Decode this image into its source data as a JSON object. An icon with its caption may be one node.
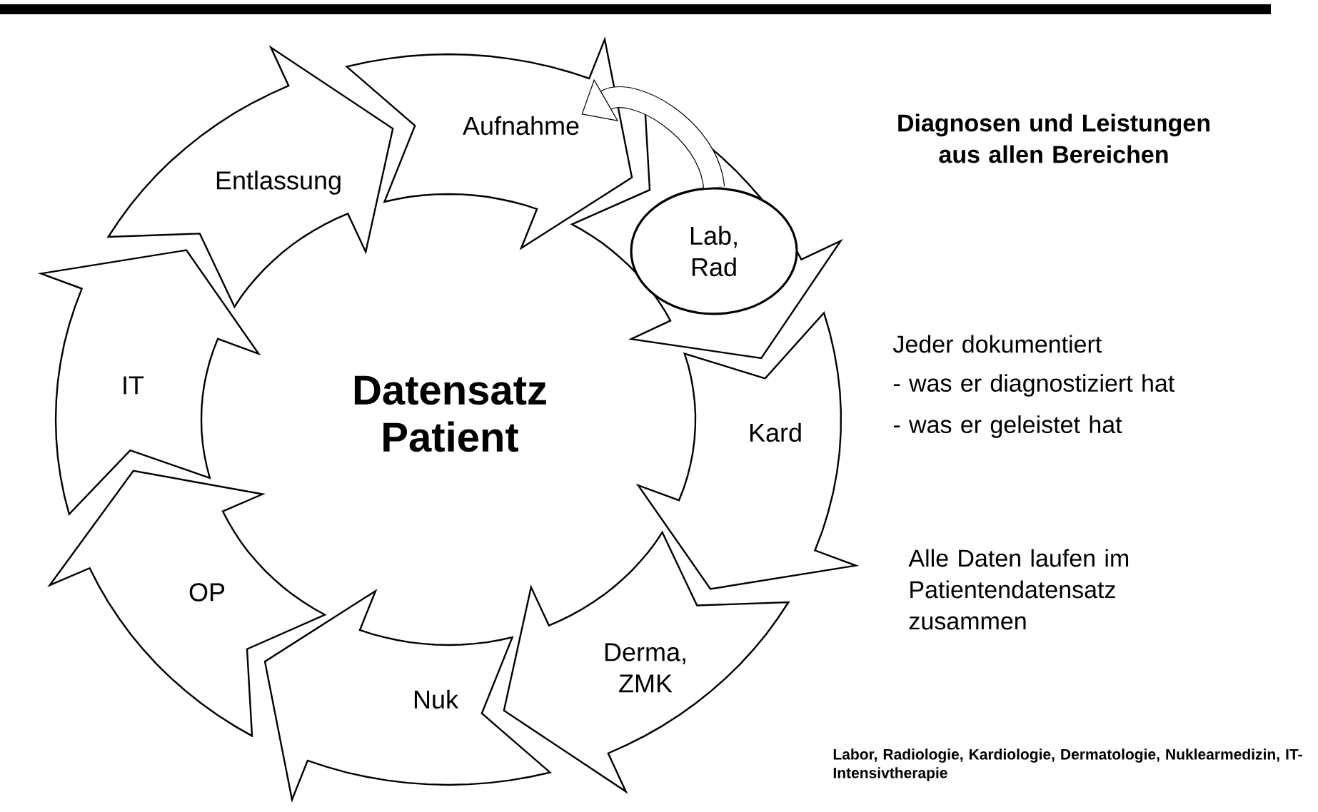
{
  "diagram": {
    "nodes": [
      {
        "text": [
          "Aufnahme"
        ]
      },
      {
        "text": [
          "Lab, Rad"
        ]
      }
    ],
    "edges": [
      {
        "from": 1,
        "to": 0,
        "arrow": "to"
      }
    ],
    "labels": [
      "Diagnosen und Leistungen aus allen Bereichen",
      "Entlassung",
      "Jeder dokumentiert",
      "IT",
      "- was er diagnostiziert hat",
      "Datensatz Patient",
      "- was er geleistet hat",
      "Kard",
      "Alle Daten laufen im Patientendatensatz zusammen",
      "OP",
      "Derma, ZMK",
      "Nuk",
      "Labor, Radiologie, Kardiologie, Dermatologie, Nuklearmedizin, IT-Intensivtherapie"
    ]
  }
}
